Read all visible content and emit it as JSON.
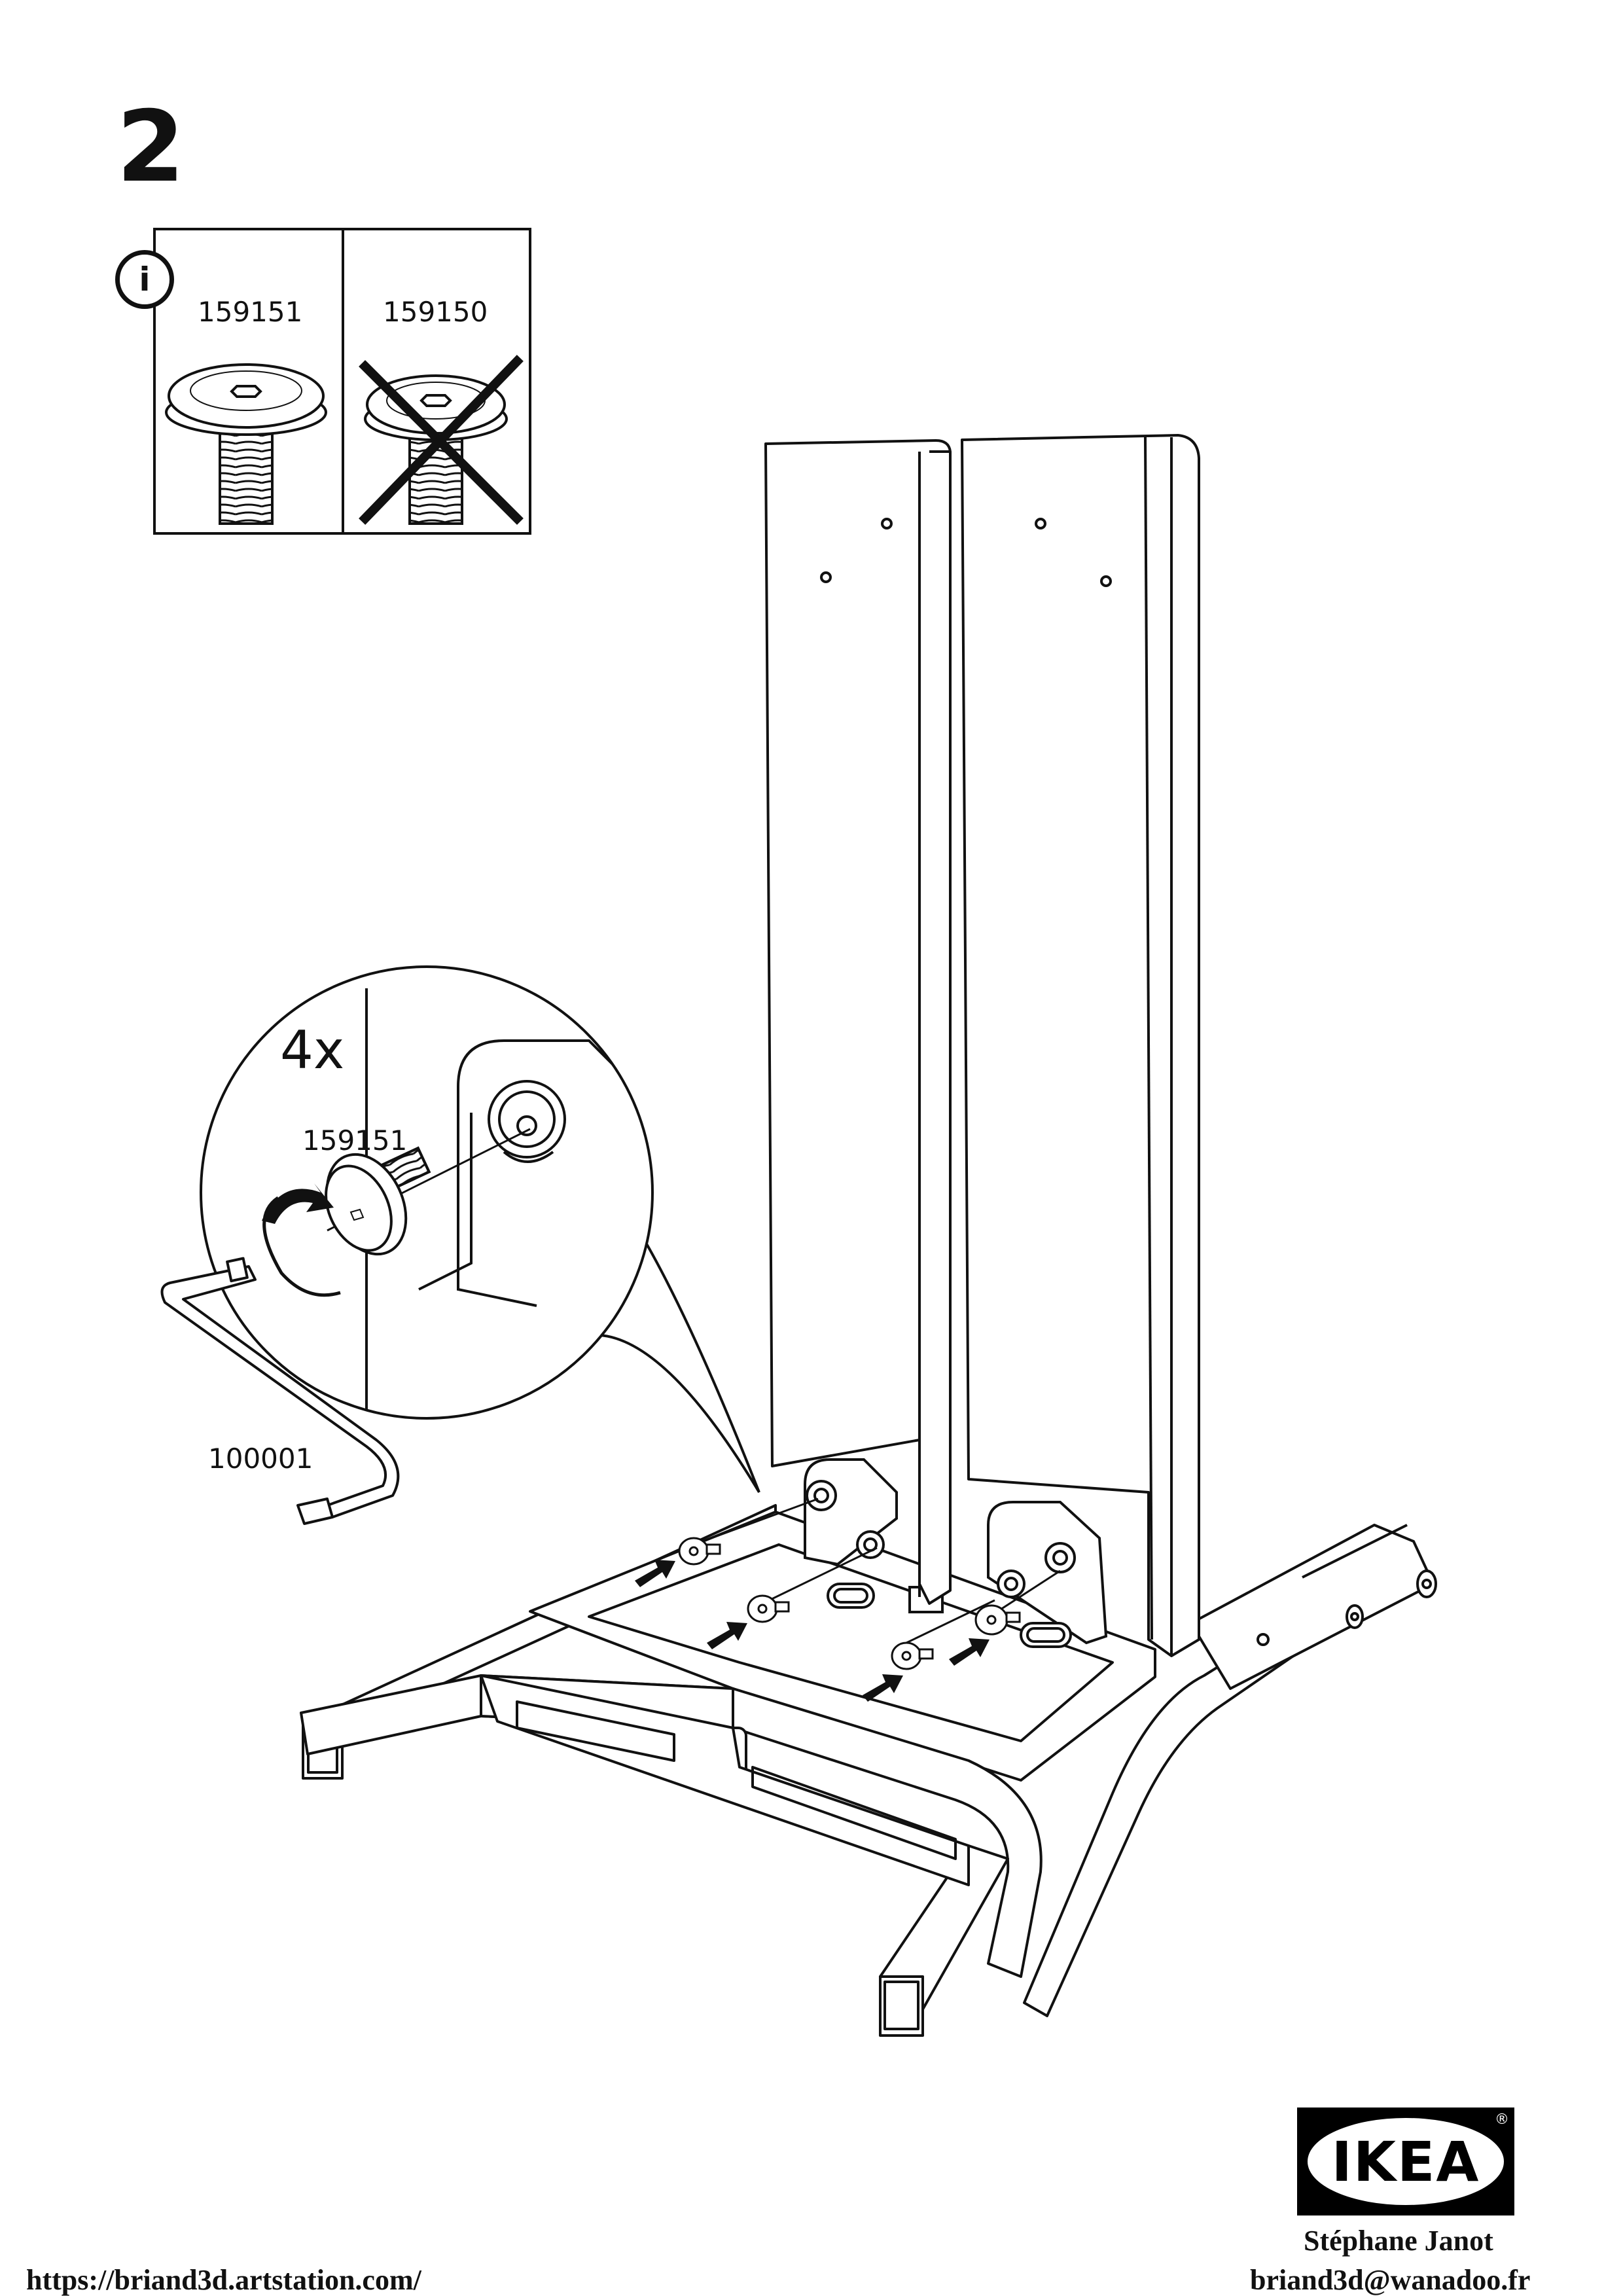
{
  "step": {
    "number": "2"
  },
  "info_panel": {
    "icon": "info-icon",
    "icon_glyph": "i",
    "correct_part": {
      "part_number": "159151",
      "icon": "screw-icon"
    },
    "wrong_part": {
      "part_number": "159150",
      "icon": "screw-icon",
      "marker": "cross-icon"
    }
  },
  "detail_callout": {
    "quantity": "4x",
    "part_number": "159151",
    "tool_part_number": "100001",
    "tool_icon": "allen-key-icon",
    "rotation_icon": "clockwise-arrow-icon"
  },
  "assembly_arrows_icon": "arrow-icon",
  "brand": {
    "logo_text": "IKEA",
    "registered_mark": "®"
  },
  "credits": {
    "url": "https://briand3d.artstation.com/",
    "author": "Stéphane  Janot",
    "email": "briand3d@wanadoo.fr"
  }
}
